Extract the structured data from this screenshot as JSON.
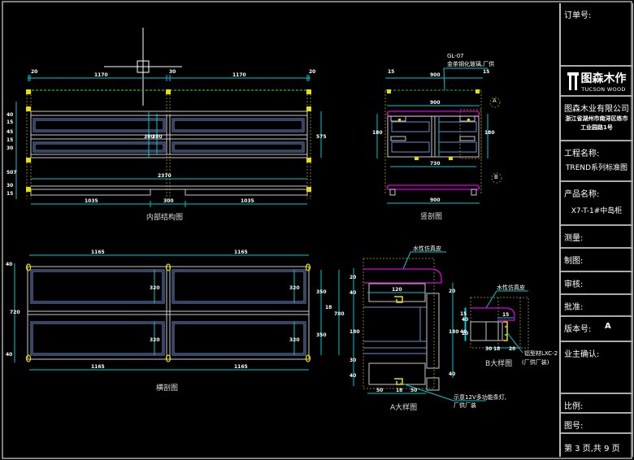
{
  "title_block": {
    "order_no_label": "订单号:",
    "brand_cn": "图森木作",
    "brand_en": "TUCSON WOOD",
    "company_name": "图森木业有限公司",
    "company_address_line1": "浙江省湖州市南浔区练市",
    "company_address_line2": "工业园路1号",
    "project_label": "工程名称:",
    "project_value": "TREND系列标准图",
    "product_label": "产品名称:",
    "product_value": "X7-T-1#中岛柜",
    "survey_label": "测量:",
    "drafter_label": "制图:",
    "review_label": "审核:",
    "approve_label": "批准:",
    "version_label": "版本号:",
    "version_value": "A",
    "owner_confirm_label": "业主确认:",
    "scale_label": "比例:",
    "drawing_no_label": "图号:",
    "page_info": "第 3 页,共 9 页"
  },
  "views": {
    "internal": {
      "caption": "内部结构图",
      "top_dims": [
        "20",
        "1170",
        "30",
        "1170",
        "20"
      ],
      "overall_width": "2370",
      "bottom_dims": [
        "1035",
        "300",
        "1035"
      ],
      "left_dims": [
        "40",
        "15",
        "45",
        "15",
        "30",
        "507",
        "30",
        "15"
      ],
      "inner_heights": [
        "380",
        "380"
      ],
      "right_height": "575"
    },
    "vertical_section": {
      "caption": "竖剖图",
      "glass_code": "GL-07",
      "glass_note": "金茶钢化玻璃,厂供",
      "top_dims": [
        "15",
        "900",
        "15"
      ],
      "inner_width": "900",
      "base_width": "730",
      "bottom_width": "900",
      "callout_a": "A",
      "callout_b": "B",
      "side_dims": [
        "180",
        "180"
      ]
    },
    "horizontal_section": {
      "caption": "横剖图",
      "top_dims": [
        "1165",
        "1165"
      ],
      "bottom_dims": [
        "1165",
        "1165"
      ],
      "left_dims": [
        "40",
        "720",
        "40"
      ],
      "inner_heights": [
        "320",
        "320",
        "320",
        "320"
      ],
      "right_dims": [
        "350",
        "18",
        "350",
        "780"
      ]
    },
    "detail_a": {
      "caption": "A大样图",
      "top_note": "水性仿真皮",
      "inner_width": "120",
      "left_dims": [
        "20",
        "40",
        "180",
        "30",
        "40"
      ],
      "right_dims": [
        "20",
        "180",
        "40",
        "20",
        "40"
      ],
      "bottom_dims": [
        "50",
        "18",
        "50"
      ],
      "led_note_line1": "示意12V多功能条灯,",
      "led_note_line2": "厂供厂装"
    },
    "detail_b": {
      "caption": "B大样图",
      "top_note": "水性仿真皮",
      "profile_note": "铝型材LXC-2",
      "profile_supply": "(厂供厂装)",
      "dims": [
        "15",
        "40",
        "30",
        "18",
        "15",
        "20"
      ]
    }
  },
  "colors": {
    "background": "#000000",
    "dimension": "#00c8d0",
    "frame": "#c8c8c8",
    "panel": "#6c8cc8",
    "hidden": "#8a8000",
    "highlight": "#e8e000",
    "surface": "#e000e0",
    "green_dash": "#20c020"
  }
}
